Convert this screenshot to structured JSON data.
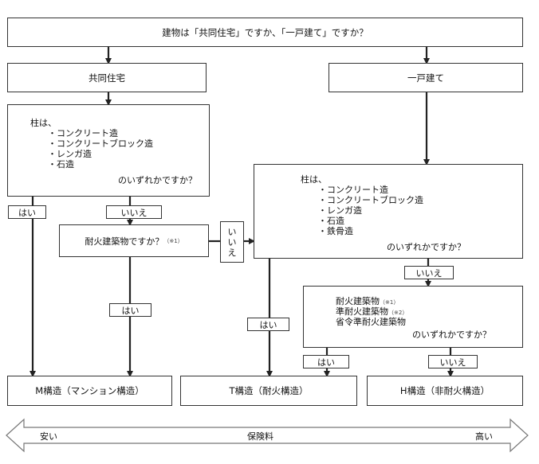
{
  "top_question": "建物は「共同住宅」ですか、「一戸建て」ですか？",
  "branch_left": "共同住宅",
  "branch_right": "一戸建て",
  "q_left": {
    "line1": "柱は、",
    "items": [
      "・コンクリート造",
      "・コンクリートブロック造",
      "・レンガ造",
      "・石造"
    ],
    "tail": "のいずれかですか？"
  },
  "q_right": {
    "line1": "柱は、",
    "items": [
      "・コンクリート造",
      "・コンクリートブロック造",
      "・レンガ造",
      "・石造",
      "・鉄骨造"
    ],
    "tail": "のいずれかですか？"
  },
  "q_fire": {
    "text": "耐火建築物ですか？",
    "note": "（※1）"
  },
  "q_fire2": {
    "lines": [
      {
        "text": "耐火建築物",
        "note": "（※1）"
      },
      {
        "text": "準耐火建築物",
        "note": "（※2）"
      },
      {
        "text": "省令準耐火建築物",
        "note": ""
      }
    ],
    "tail": "のいずれかですか？"
  },
  "labels": {
    "yes": "はい",
    "no": "いいえ",
    "no_vertical": [
      "い",
      "い",
      "え"
    ]
  },
  "results": {
    "m": "M構造（マンション構造）",
    "t": "T構造（耐火構造）",
    "h": "H構造（非耐火構造）"
  },
  "scale": {
    "left": "安い",
    "center": "保険料",
    "right": "高い"
  }
}
